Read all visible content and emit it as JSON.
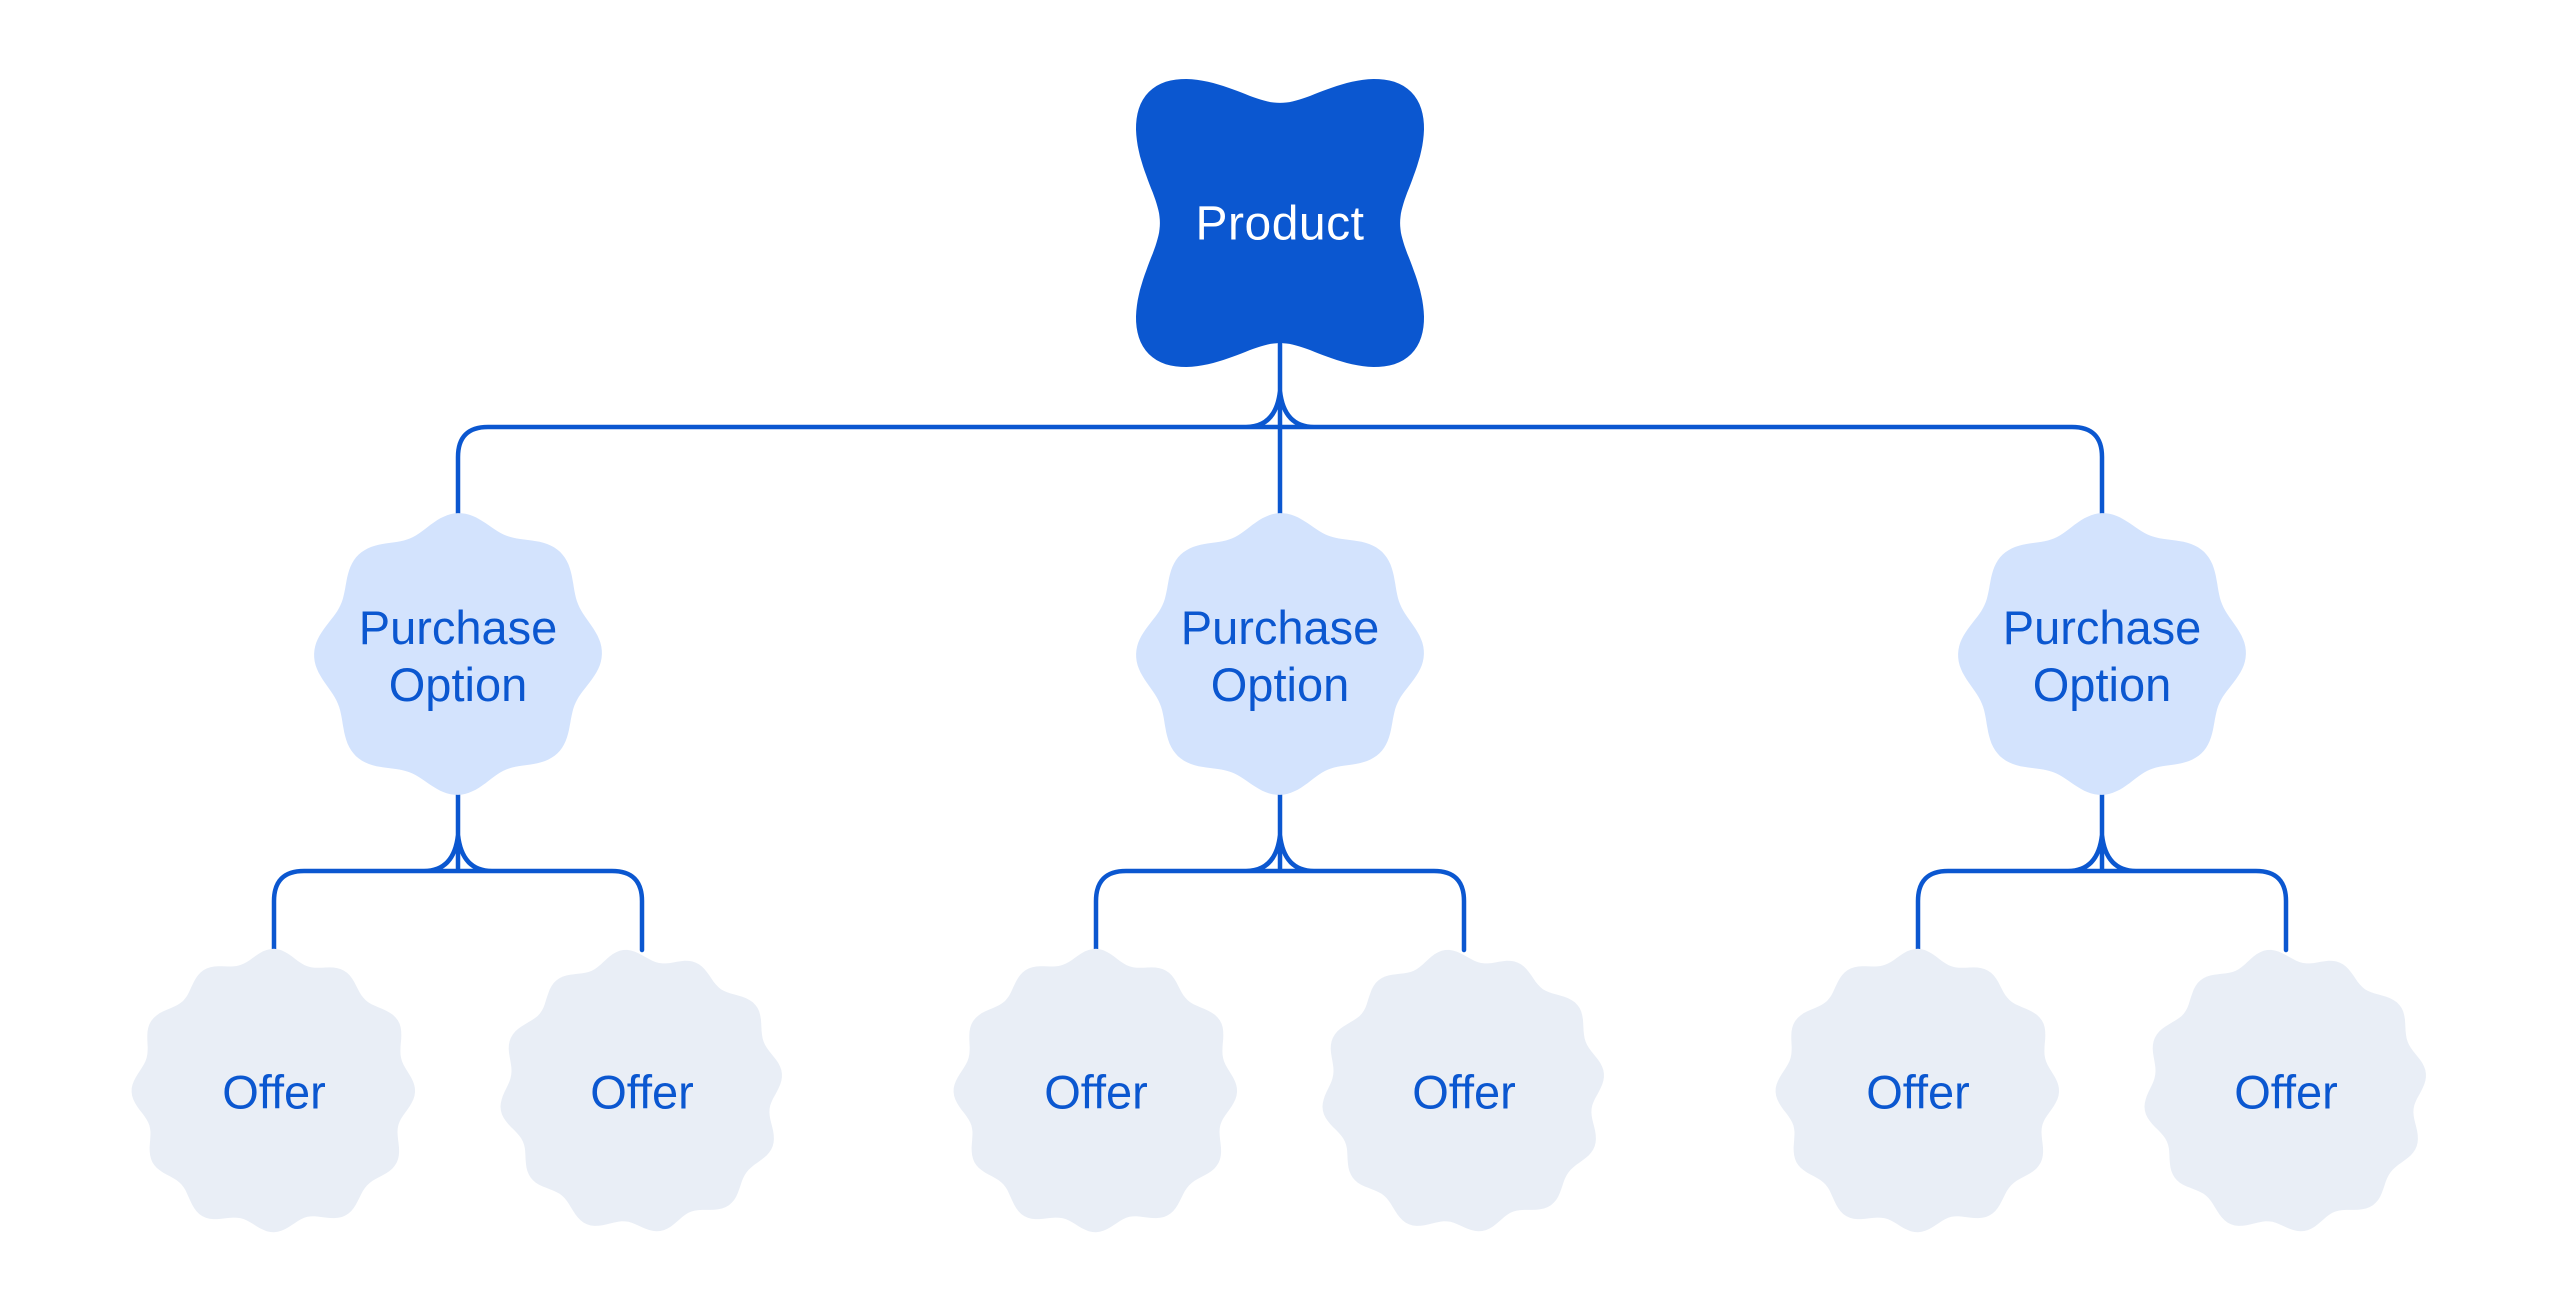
{
  "colors": {
    "background": "#ffffff",
    "root_fill": "#0b57d0",
    "root_text": "#ffffff",
    "branch_fill": "#d3e3fd",
    "leaf_fill": "#e9eef6",
    "accent_text": "#0b57d0",
    "connector": "#0b57d0"
  },
  "tree": {
    "root": {
      "label": "Product"
    },
    "branches": [
      {
        "label": "Purchase Option",
        "leaves": [
          {
            "label": "Offer"
          },
          {
            "label": "Offer"
          }
        ]
      },
      {
        "label": "Purchase Option",
        "leaves": [
          {
            "label": "Offer"
          },
          {
            "label": "Offer"
          }
        ]
      },
      {
        "label": "Purchase Option",
        "leaves": [
          {
            "label": "Offer"
          },
          {
            "label": "Offer"
          }
        ]
      }
    ]
  }
}
